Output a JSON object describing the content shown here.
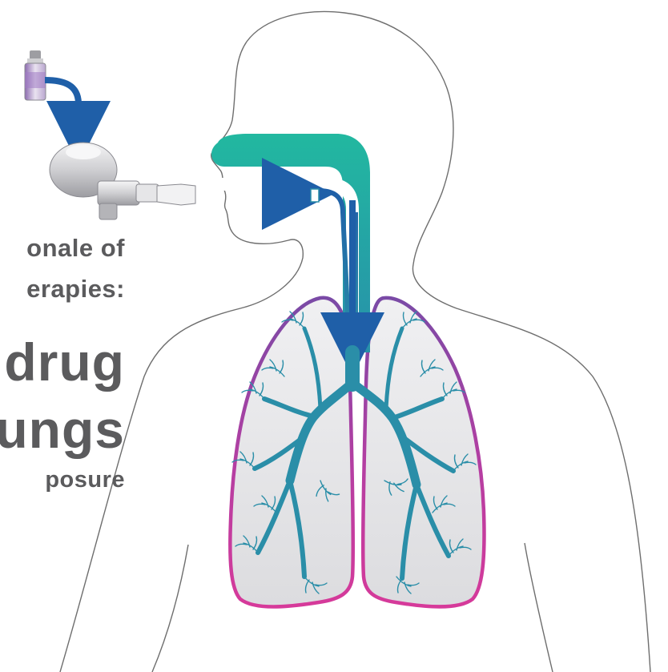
{
  "figure": {
    "text_lines": [
      "onale of",
      "erapies:",
      "drug",
      "ungs",
      "posure"
    ]
  },
  "colors": {
    "text": "#5b5b5d",
    "body_outline": "#6e6e6e",
    "airway_teal": "#24b59e",
    "airflow_blue": "#1f5fa8",
    "branch_teal": "#2a8ea8",
    "lung_fill": "#e4e4e6",
    "lung_outline_magenta": "#d63a9a",
    "lung_outline_purple": "#7a4aa6",
    "device_grey": "#c9c9cc"
  },
  "icons": [
    "medication-vial-icon",
    "nebulizer-icon",
    "lungs-icon",
    "human-silhouette-icon"
  ]
}
